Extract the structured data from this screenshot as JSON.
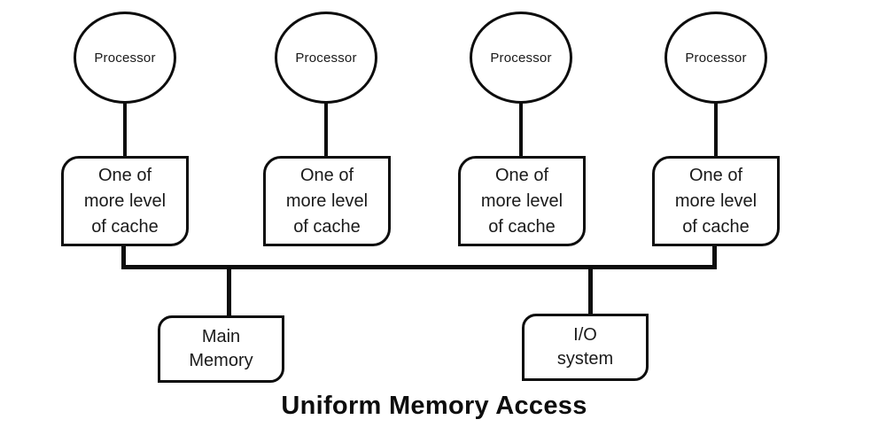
{
  "diagram": {
    "title": "Uniform Memory Access",
    "processors": [
      {
        "label": "Processor"
      },
      {
        "label": "Processor"
      },
      {
        "label": "Processor"
      },
      {
        "label": "Processor"
      }
    ],
    "caches": [
      {
        "label": "One of\nmore level\nof cache"
      },
      {
        "label": "One of\nmore level\nof cache"
      },
      {
        "label": "One of\nmore level\nof cache"
      },
      {
        "label": "One of\nmore level\nof cache"
      }
    ],
    "main_memory": {
      "label": "Main\nMemory"
    },
    "io_system": {
      "label": "I/O\nsystem"
    },
    "colors": {
      "stroke": "#0d0d0d",
      "node_fill": "#ffffff",
      "background": "#ffffff",
      "text": "#1a1a1a"
    }
  }
}
